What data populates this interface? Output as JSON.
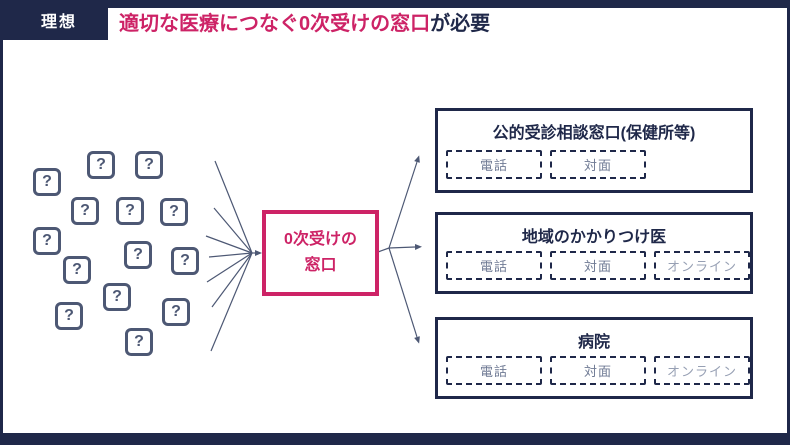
{
  "header": {
    "badge": "理想",
    "title_highlight": "適切な医療につなぐ0次受けの窓口",
    "title_rest": "が必要"
  },
  "scatter": {
    "mark": "?",
    "count": 14
  },
  "center_box": {
    "line1": "0次受けの",
    "line2": "窓口"
  },
  "destinations": [
    {
      "title": "公的受診相談窓口(保健所等)",
      "buttons": [
        "電話",
        "対面"
      ]
    },
    {
      "title": "地域のかかりつけ医",
      "buttons": [
        "電話",
        "対面",
        "オンライン"
      ]
    },
    {
      "title": "病院",
      "buttons": [
        "電話",
        "対面",
        "オンライン"
      ]
    }
  ],
  "colors": {
    "navy": "#1f2849",
    "pink": "#cd2366",
    "slate": "#4d5874",
    "button_text": "#6f7a94",
    "online_button_text": "#97a0b4"
  }
}
